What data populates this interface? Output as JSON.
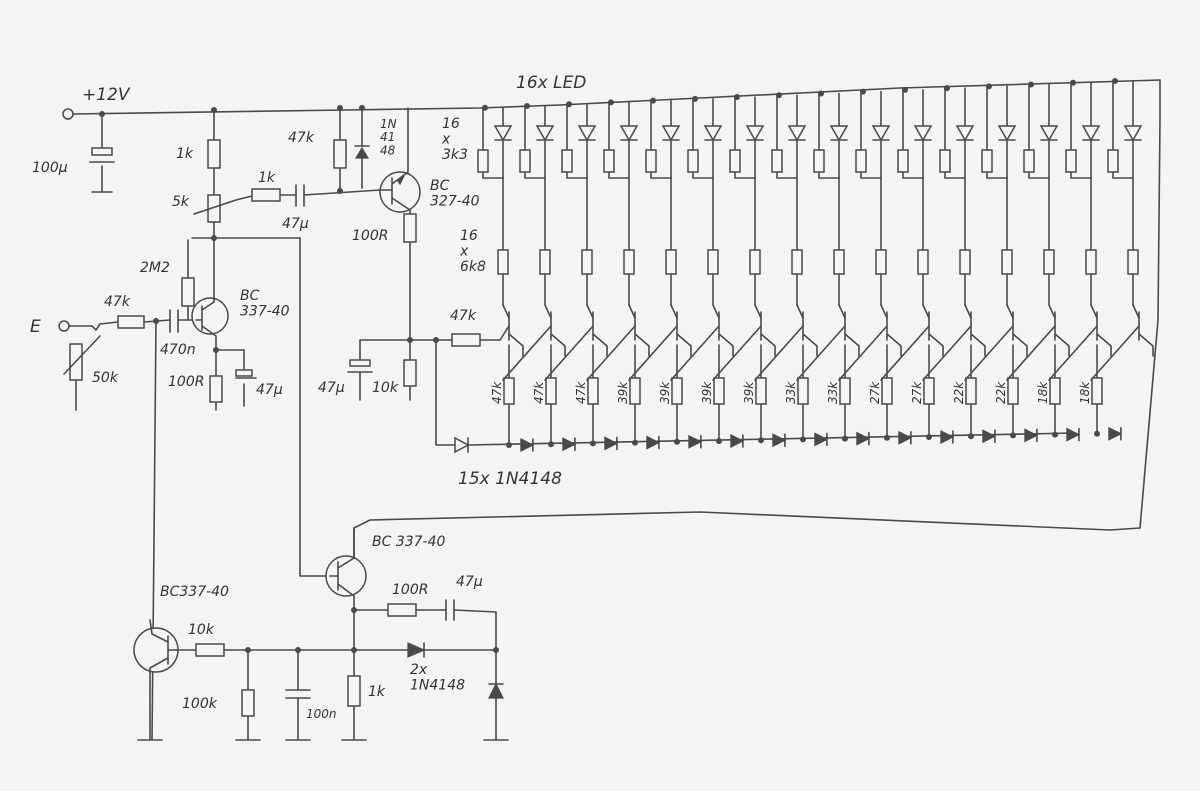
{
  "labels": {
    "supply": "+12V",
    "input": "E",
    "cap_supply": "100µ",
    "r_1k_top": "1k",
    "pot_5k": "5k",
    "r_1k_link": "1k",
    "cap_47u_a": "47µ",
    "r_47k_top": "47k",
    "cap_47u_b": "47µ",
    "diode_1n4148_top": "1N\n41\n48",
    "q_bc327": "BC\n327-40",
    "r_100R_a": "100R",
    "led_count": "16x LED",
    "r_3k3": "16\nx\n3k3",
    "r_6k8": "16\nx\n6k8",
    "r_47k_drv": "47k",
    "cap_47u_c": "47µ",
    "r_10k_a": "10k",
    "diodes_15x": "15x 1N4148",
    "r_2M2": "2M2",
    "q_bc337_a": "BC\n337-40",
    "r_47k_in": "47k",
    "cap_470n": "470n",
    "r_100R_b": "100R",
    "cap_47u_d": "47µ",
    "pot_50k": "50k",
    "q_bc337_b": "BC 337-40",
    "q_bc337_c": "BC337-40",
    "r_100R_c": "100R",
    "cap_47u_e": "47µ",
    "r_10k_b": "10k",
    "diodes_2x": "2x\n1N4148",
    "r_100k": "100k",
    "cap_100n": "100n",
    "r_1k_bottom": "1k"
  },
  "ladder_emitter_resistors": [
    "47k",
    "47k",
    "47k",
    "39k",
    "39k",
    "39k",
    "39k",
    "33k",
    "33k",
    "27k",
    "27k",
    "22k",
    "22k",
    "18k",
    "18k"
  ]
}
